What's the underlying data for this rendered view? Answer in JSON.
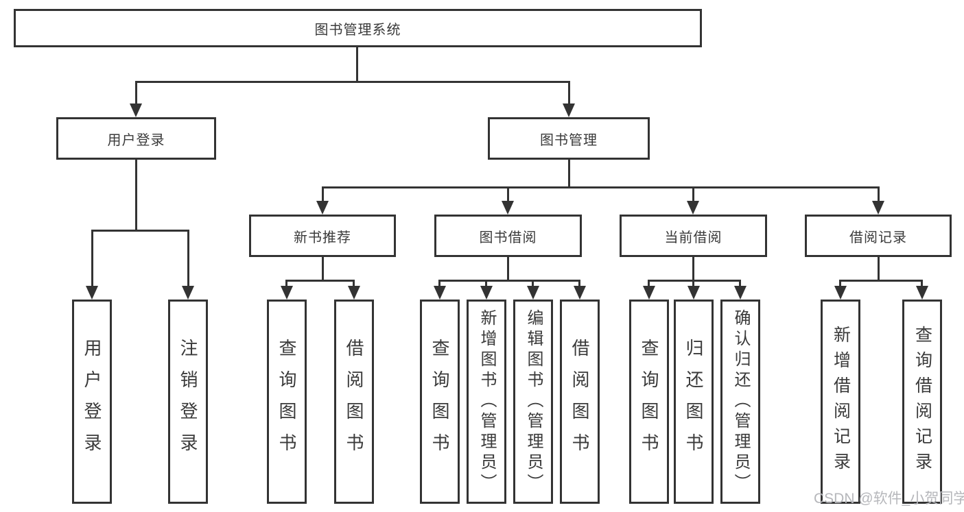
{
  "nodes": {
    "root": "图书管理系统",
    "level2": [
      "用户登录",
      "图书管理"
    ],
    "level3": [
      "新书推荐",
      "图书借阅",
      "当前借阅",
      "借阅记录"
    ],
    "leaves": {
      "login": [
        "用户登录",
        "注销登录"
      ],
      "recommend": [
        "查询图书",
        "借阅图书"
      ],
      "borrow": [
        "查询图书",
        "新增图书（管理员）",
        "编辑图书（管理员）",
        "借阅图书"
      ],
      "current": [
        "查询图书",
        "归还图书",
        "确认归还（管理员）"
      ],
      "records": [
        "新增借阅记录",
        "查询借阅记录"
      ]
    }
  },
  "watermark": "CSDN @软件_小贺同学",
  "colors": {
    "line": "#333333",
    "text": "#3a3a3a",
    "watermark": "#b6b7bb",
    "background": "#ffffff"
  }
}
